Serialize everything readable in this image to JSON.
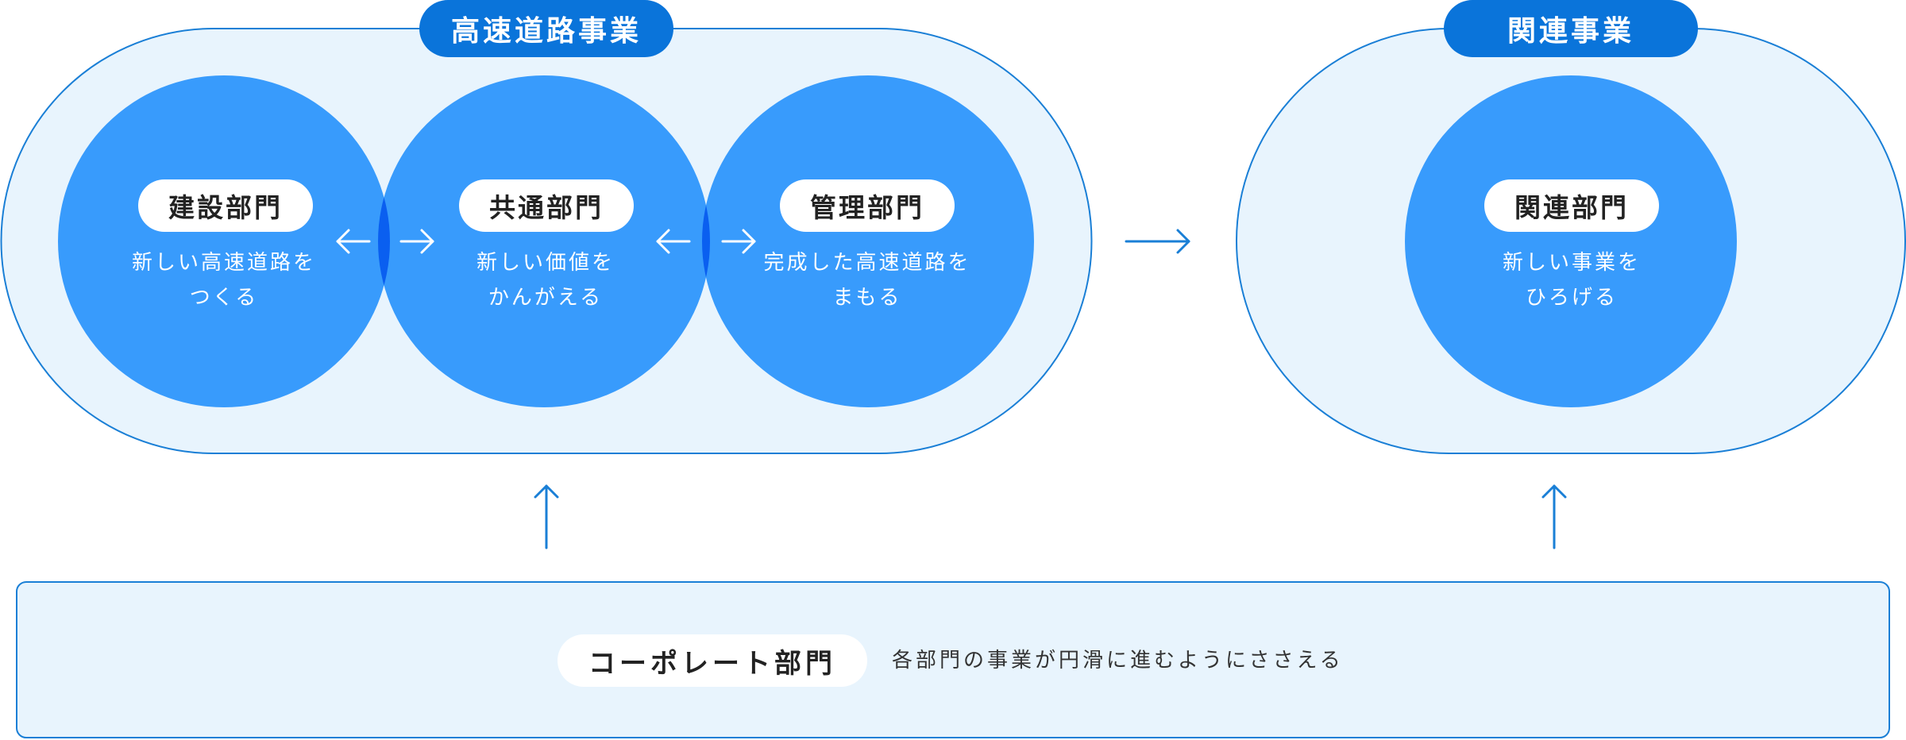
{
  "highway_business": {
    "title": "高速道路事業"
  },
  "related_business": {
    "title": "関連事業"
  },
  "departments": {
    "construction": {
      "name": "建設部門",
      "line1": "新しい高速道路を",
      "line2": "つくる"
    },
    "common": {
      "name": "共通部門",
      "line1": "新しい価値を",
      "line2": "かんがえる"
    },
    "management": {
      "name": "管理部門",
      "line1": "完成した高速道路を",
      "line2": "まもる"
    },
    "related": {
      "name": "関連部門",
      "line1": "新しい事業を",
      "line2": "ひろげる"
    }
  },
  "corporate": {
    "name": "コーポレート部門",
    "description": "各部門の事業が円滑に進むようにささえる"
  },
  "colors": {
    "primary_blue": "#0a74da",
    "circle_blue": "#389bfc",
    "overlap_blue": "#0a5ff0",
    "pale_blue": "#e8f4fd",
    "border_blue": "#1a7fd6"
  }
}
